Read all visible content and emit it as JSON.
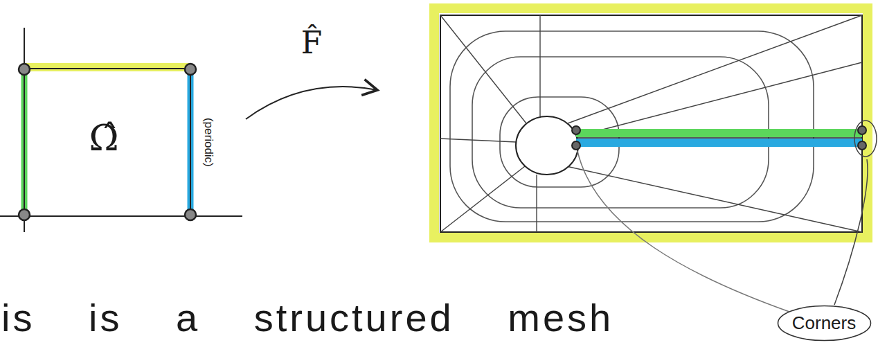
{
  "diagram": {
    "nodes": [
      {
        "text": [
          "Corners"
        ]
      }
    ],
    "labels": [
      "Ω̂",
      "(periodic)",
      "F̂",
      "is is a structured mesh"
    ]
  }
}
